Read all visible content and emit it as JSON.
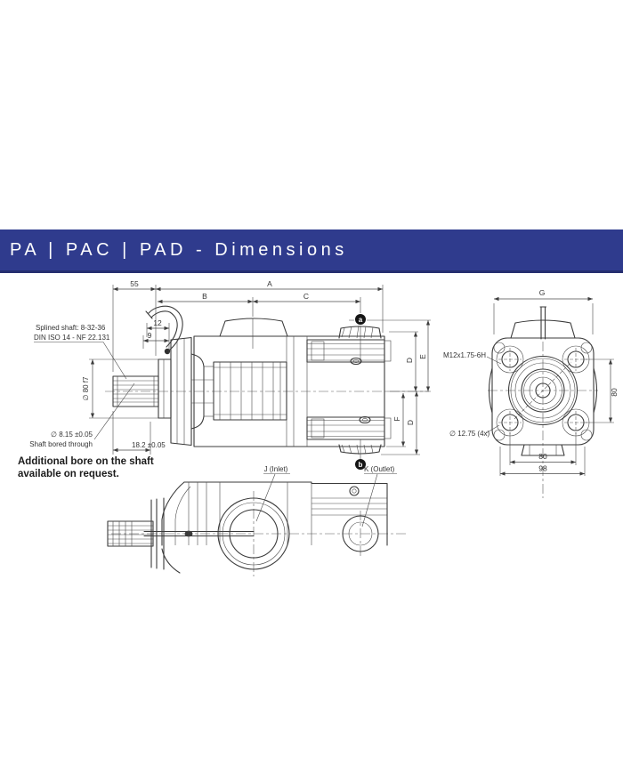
{
  "title_bar": {
    "title": "PA | PAC | PAD - Dimensions"
  },
  "colors": {
    "accent": "#2f3b8d",
    "accent_dark": "#252e6f",
    "line_ink": "#3b3b3b",
    "page_bg": "#ffffff",
    "title_fg": "#ffffff"
  },
  "side_view": {
    "dim_55": "55",
    "dim_A": "A",
    "dim_B": "B",
    "dim_C": "C",
    "dim_12": "12",
    "dim_9": "9",
    "callout_a": "a",
    "callout_b": "b",
    "dim_E": "E",
    "dim_D_top": "D",
    "dim_F": "F",
    "dim_D_bottom": "D",
    "spline_note_line1": "Splined shaft: 8-32-36",
    "spline_note_line2": "DIN ISO 14 - NF 22.131",
    "shaft_dia": "∅ 80 f7",
    "bore_dia": "∅ 8.15 ±0.05",
    "bore_note": "Shaft bored through",
    "bore_depth": "18.2 ±0.05"
  },
  "shaft_note": {
    "line1": "Additional bore on the shaft",
    "line2": "available on request."
  },
  "end_view": {
    "dim_G": "G",
    "thread_spec": "M12x1.75-6H",
    "bolt_hole_spec": "∅ 12.75 (4x)",
    "dim_80_vertical": "80",
    "dim_80_horizontal": "80",
    "dim_98": "98"
  },
  "plan_view": {
    "inlet_label": "J (Inlet)",
    "outlet_label": "K (Outlet)"
  }
}
